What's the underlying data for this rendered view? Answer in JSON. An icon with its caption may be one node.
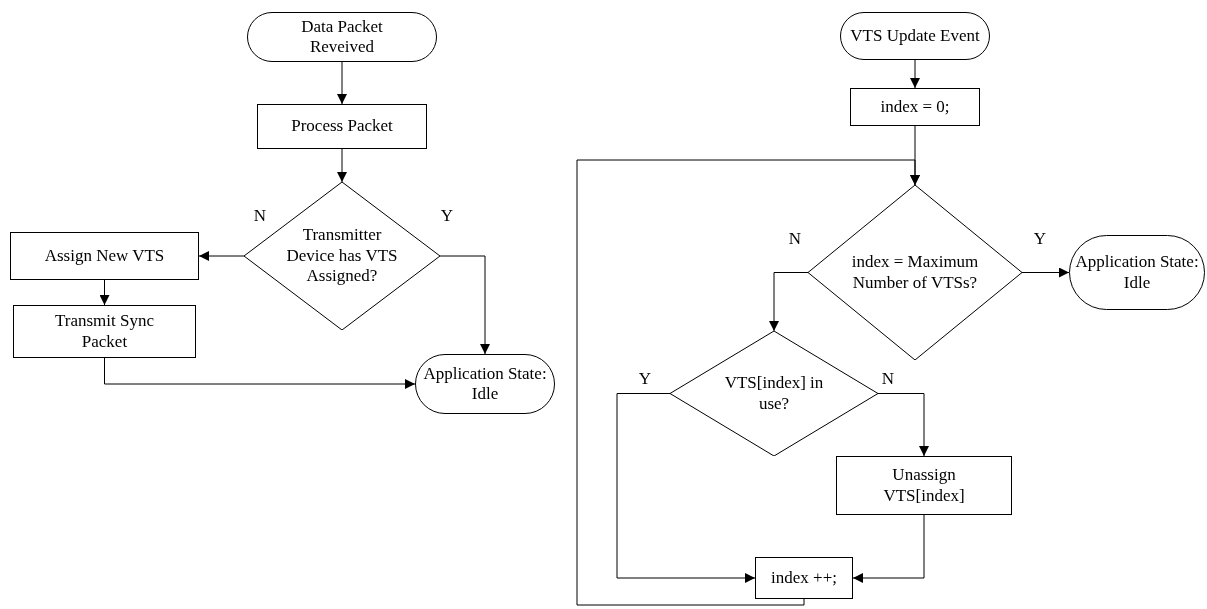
{
  "diagram": {
    "nodes": [
      {
        "text": [
          "Data Packet Reveived"
        ]
      },
      {
        "text": [
          "Process Packet"
        ]
      },
      {
        "text": [
          "Transmitter Device has VTS Assigned?"
        ]
      },
      {
        "text": [
          "Assign New VTS"
        ]
      },
      {
        "text": [
          "Transmit Sync Packet"
        ]
      },
      {
        "text": [
          "Application State: Idle"
        ]
      },
      {
        "text": [
          "VTS Update Event"
        ]
      },
      {
        "text": [
          "index = 0;"
        ]
      },
      {
        "text": [
          "index = Maximum Number of VTSs?"
        ]
      },
      {
        "text": [
          "Application State: Idle"
        ]
      },
      {
        "text": [
          "VTS[index] in use?"
        ]
      },
      {
        "text": [
          "Unassign VTS[index]"
        ]
      },
      {
        "text": [
          "index ++;"
        ]
      }
    ],
    "edges": [
      {
        "from": 0,
        "to": 1,
        "arrow": "to"
      },
      {
        "from": 1,
        "to": 2,
        "arrow": "to"
      },
      {
        "from": 2,
        "to": 3,
        "arrow": "to",
        "label": "N"
      },
      {
        "from": 2,
        "to": 5,
        "arrow": "to",
        "label": "Y"
      },
      {
        "from": 3,
        "to": 4,
        "arrow": "to"
      },
      {
        "from": 4,
        "to": 5,
        "arrow": "to"
      },
      {
        "from": 6,
        "to": 7,
        "arrow": "to"
      },
      {
        "from": 7,
        "to": 8,
        "arrow": "to"
      },
      {
        "from": 8,
        "to": 9,
        "arrow": "to",
        "label": "Y"
      },
      {
        "from": 8,
        "to": 10,
        "arrow": "to",
        "label": "N"
      },
      {
        "from": 10,
        "to": 12,
        "arrow": "to",
        "label": "Y"
      },
      {
        "from": 10,
        "to": 11,
        "arrow": "to",
        "label": "N"
      },
      {
        "from": 11,
        "to": 12,
        "arrow": "to"
      },
      {
        "from": 12,
        "to": 8,
        "arrow": "to"
      }
    ]
  }
}
